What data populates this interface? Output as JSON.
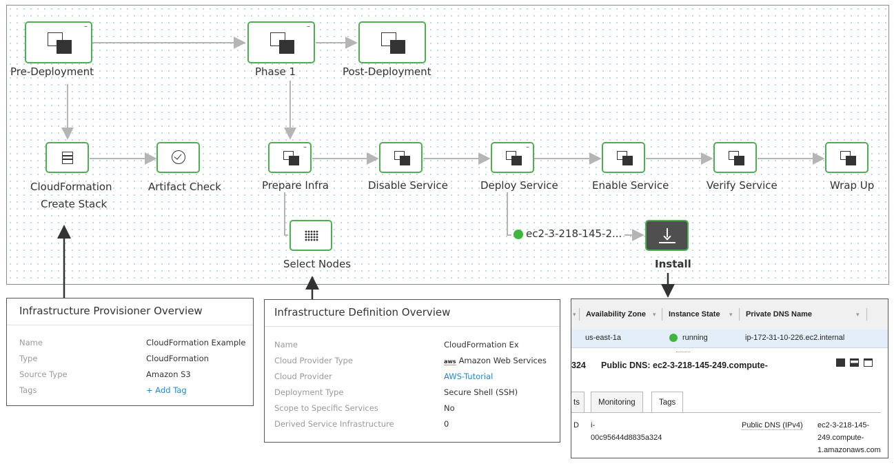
{
  "workflow": {
    "pre_deployment": "Pre-Deployment",
    "phase1": "Phase 1",
    "post_deployment": "Post-Deployment",
    "cloudformation_line1": "CloudFormation",
    "cloudformation_line2": "Create Stack",
    "artifact_check": "Artifact Check",
    "prepare_infra": "Prepare Infra",
    "disable_service": "Disable Service",
    "deploy_service": "Deploy Service",
    "enable_service": "Enable Service",
    "verify_service": "Verify Service",
    "wrap_up": "Wrap Up",
    "select_nodes": "Select Nodes",
    "host": "ec2-3-218-145-2...",
    "install": "Install",
    "collapse_symbol": "–"
  },
  "provisioner": {
    "title": "Infrastructure Provisioner Overview",
    "rows": [
      {
        "key": "Name",
        "value": "CloudFormation Example"
      },
      {
        "key": "Type",
        "value": "CloudFormation"
      },
      {
        "key": "Source Type",
        "value": "Amazon S3"
      },
      {
        "key": "Tags",
        "value": "+ Add Tag"
      }
    ]
  },
  "definition": {
    "title": "Infrastructure Definition Overview",
    "rows": [
      {
        "key": "Name",
        "value": "CloudFormation Ex"
      },
      {
        "key": "Cloud Provider Type",
        "value": "Amazon Web Services",
        "badge": "aws"
      },
      {
        "key": "Cloud Provider",
        "value": "AWS-Tutorial"
      },
      {
        "key": "Deployment Type",
        "value": "Secure Shell (SSH)"
      },
      {
        "key": "Scope to Specific Services",
        "value": "No"
      },
      {
        "key": "Derived Service Infrastructure",
        "value": "0"
      }
    ]
  },
  "aws_console": {
    "columns": [
      "Availability Zone",
      "Instance State",
      "Private DNS Name"
    ],
    "row": {
      "zone": "us-east-1a",
      "state": "running",
      "private_dns": "ip-172-31-10-226.ec2.internal"
    },
    "instance_fragment": "324",
    "public_dns_heading": "Public DNS: ec2-3-218-145-249.compute-",
    "tab_partial": "ts",
    "tabs": [
      "Monitoring",
      "Tags"
    ],
    "id_label_fragment": "D",
    "instance_id_line1": "i-",
    "instance_id_line2": "00c95644d8835a324",
    "public_dns_label": "Public DNS (IPv4)",
    "public_dns_value_1": "ec2-3-218-145-",
    "public_dns_value_2": "249.compute-",
    "public_dns_value_3": "1.amazonaws.com"
  },
  "colors": {
    "node_border": "#4caf50",
    "wire": "#b5b5b5",
    "link": "#1a8bd6",
    "running": "#3cb73c",
    "selected_row": "#e4eef9"
  },
  "icons": [
    "step-icon",
    "template-icon",
    "approval-check-icon",
    "grid-icon",
    "download-icon",
    "window-icon"
  ]
}
